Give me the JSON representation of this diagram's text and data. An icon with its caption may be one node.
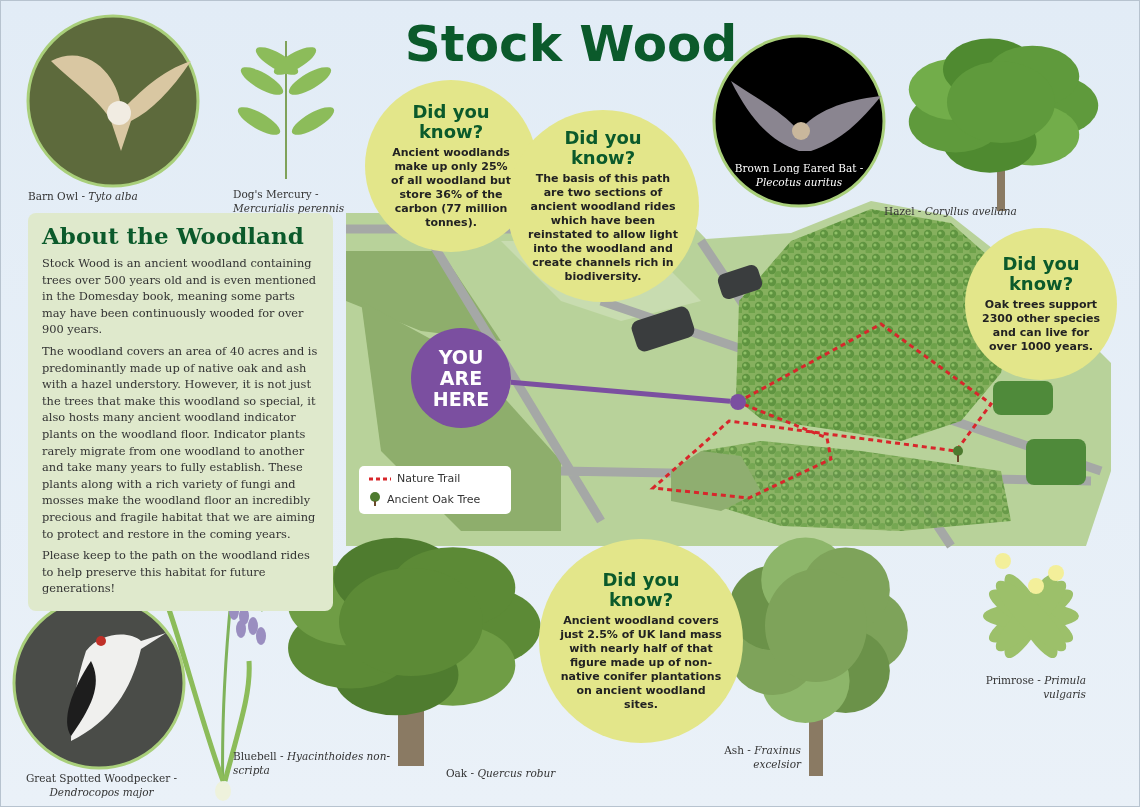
{
  "diagram": {
    "title": "Stock Wood",
    "nodes": [
      {
        "text": [
          "About the Woodland",
          "Stock Wood is an ancient woodland containing trees over 500 years old and is even mentioned in the Domesday book, meaning some parts may have been continuously wooded for over 900 years.",
          "The woodland covers an area of 40 acres and is predominantly made up of native oak and ash with a hazel understory. However, it is not just the trees that make this woodland so special, it also hosts many ancient woodland indicator plants on the woodland floor. Indicator plants rarely migrate from one woodland to another and take many years to fully establish. These plants along with a rich variety of fungi and mosses make the woodland floor an incredibly precious and fragile habitat that we are aiming to protect and restore in the coming years.",
          "Please keep to the path on the woodland rides to help preserve this habitat for future generations!"
        ]
      },
      {
        "text": [
          "Did you know?",
          "Ancient woodlands make up only 25% of all woodland but store 36% of the carbon (77 million tonnes)."
        ]
      },
      {
        "text": [
          "Did you know?",
          "The basis of this path are two sections of ancient woodland rides which have been reinstated to allow light into the woodland and create channels rich in biodiversity."
        ]
      },
      {
        "text": [
          "Did you know?",
          "Oak trees support 2300 other species and can live for over 1000 years."
        ]
      },
      {
        "text": [
          "Did you know?",
          "Ancient woodland covers just 2.5% of UK land mass with nearly half of that figure made up of non-native conifer plantations on ancient woodland sites."
        ]
      },
      {
        "text": [
          "YOU ARE HERE"
        ]
      },
      {
        "text": [],
        "shape": "circle"
      }
    ],
    "edges": [
      {
        "from": 5,
        "to": 6,
        "arrow": "none"
      }
    ],
    "labels": [
      "Barn Owl - *Tyto alba*",
      "Dog's Mercury - *Mercurialis perennis*",
      "Brown Long Eared Bat - *Plecotus auritus*",
      "Hazel - *Coryllus avellana*",
      "Great Spotted Woodpecker - *Dendrocopos major*",
      "Bluebell - *Hyacinthoides non-scripta*",
      "Oak - *Quercus robur*",
      "Ash - *Fraxinus excelsior*",
      "Primrose - *Primula vulgaris*"
    ],
    "legend": [
      {
        "text": "Nature Trail"
      },
      {
        "text": "Ancient Oak Tree"
      }
    ]
  }
}
